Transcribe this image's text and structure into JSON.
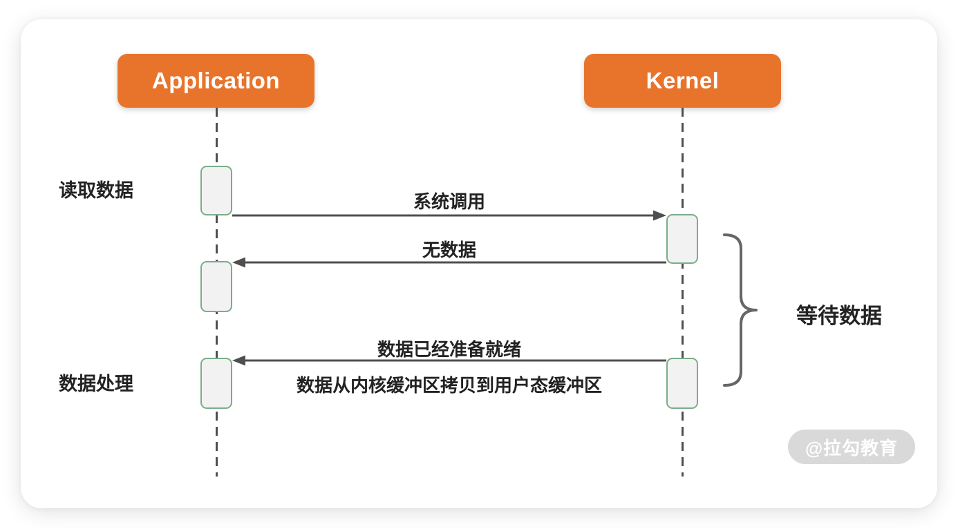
{
  "diagram": {
    "type": "sequence-diagram",
    "actors": [
      {
        "label": "Application"
      },
      {
        "label": "Kernel"
      }
    ],
    "activity_labels": [
      {
        "label": "读取数据"
      },
      {
        "label": "数据处理"
      }
    ],
    "messages": [
      {
        "label": "系统调用",
        "from": "Application",
        "to": "Kernel",
        "direction": "right"
      },
      {
        "label": "无数据",
        "from": "Kernel",
        "to": "Application",
        "direction": "left"
      },
      {
        "label": "数据已经准备就绪",
        "from": "Kernel",
        "to": "Application",
        "direction": "left"
      }
    ],
    "copy_note": "数据从内核缓冲区拷贝到用户态缓冲区",
    "wait_label": "等待数据",
    "watermark": "@拉勾教育",
    "colors": {
      "actor_bg": "#E8742C",
      "actor_text": "#FFFFFF",
      "lifeline": "#4F4F4F",
      "arrow": "#4F4F4F",
      "activation_border": "#79AD88",
      "activation_bg": "#F2F2F2",
      "brace": "#666666",
      "text": "#222222",
      "watermark_bg": "#D9D9D9",
      "watermark_text": "#FFFFFF",
      "card_bg": "#FFFFFF"
    }
  }
}
